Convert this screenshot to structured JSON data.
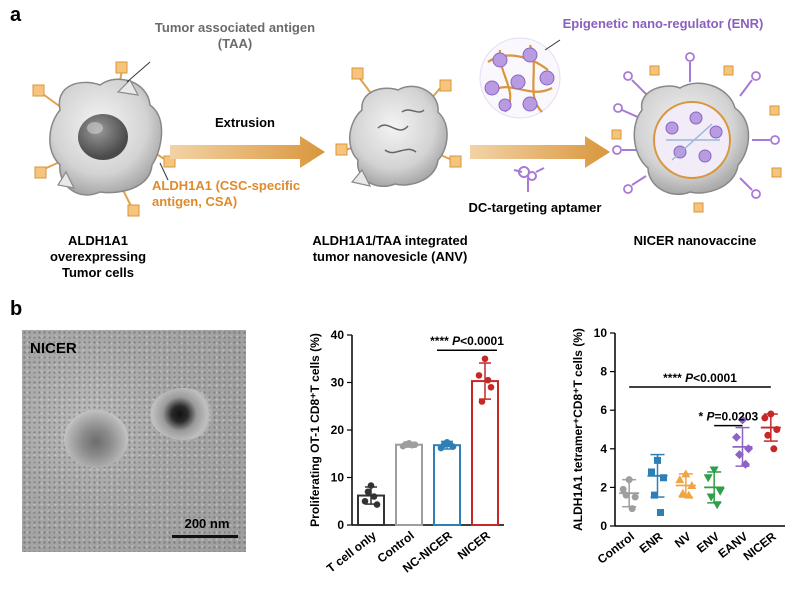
{
  "panel_a": {
    "letter": "a",
    "tumor_cell_caption": "ALDH1A1\noverexpressing\nTumor cells",
    "taa_label": "Tumor associated antigen\n(TAA)",
    "csa_label": "ALDH1A1 (CSC-specific\nantigen, CSA)",
    "extrusion_label": "Extrusion",
    "anv_caption": "ALDH1A1/TAA integrated\ntumor nanovesicle (ANV)",
    "enr_label": "Epigenetic nano-regulator (ENR)",
    "aptamer_label": "DC-targeting aptamer",
    "nicer_caption": "NICER nanovaccine",
    "colors": {
      "arrow": "#d9963c",
      "antigen": "#f2c27a",
      "purple": "#9b7ad0",
      "cell": "#d6d6d6"
    }
  },
  "panel_b": {
    "letter": "b",
    "tem_label": "NICER",
    "scale_bar_label": "200 nm"
  },
  "chart_data": [
    {
      "type": "bar",
      "ylabel": "Proliferating OT-1 CD8⁺T cells (%)",
      "ylim": [
        0,
        40
      ],
      "yticks": [
        0,
        10,
        20,
        30,
        40
      ],
      "categories": [
        "T cell only",
        "Control",
        "NC-NICER",
        "NICER"
      ],
      "values": [
        6.2,
        16.9,
        16.8,
        30.3
      ],
      "errors": [
        1.8,
        0.5,
        0.8,
        3.8
      ],
      "points": [
        [
          8.3,
          5.0,
          4.3,
          7.0,
          6.0
        ],
        [
          17.2,
          16.6,
          16.9,
          17.0,
          16.8
        ],
        [
          17.4,
          16.2,
          16.5,
          16.9,
          17.0
        ],
        [
          35.0,
          31.5,
          29.0,
          26.0,
          30.5
        ]
      ],
      "colors": [
        "#333333",
        "#9e9e9e",
        "#2e7fb5",
        "#c62828"
      ],
      "annotation": {
        "stars": "****",
        "text": "P<0.0001",
        "from": 2,
        "to": 3
      }
    },
    {
      "type": "scatter",
      "ylabel": "ALDH1A1 tetramer⁺CD8⁺T cells (%)",
      "ylim": [
        0,
        10
      ],
      "yticks": [
        0,
        2,
        4,
        6,
        8,
        10
      ],
      "categories": [
        "Control",
        "ENR",
        "NV",
        "ENV",
        "EANV",
        "NICER"
      ],
      "means": [
        1.7,
        2.6,
        2.1,
        2.0,
        4.1,
        5.1
      ],
      "sd": [
        0.7,
        1.1,
        0.6,
        0.8,
        1.0,
        0.7
      ],
      "points": [
        [
          2.4,
          1.9,
          1.5,
          1.6,
          0.9
        ],
        [
          3.4,
          2.8,
          2.5,
          1.6,
          0.7
        ],
        [
          2.7,
          2.4,
          2.1,
          1.7,
          1.6
        ],
        [
          2.9,
          2.5,
          1.8,
          1.5,
          1.1
        ],
        [
          5.5,
          4.6,
          4.0,
          3.7,
          3.2
        ],
        [
          5.8,
          5.6,
          5.0,
          4.7,
          4.0
        ]
      ],
      "colors": [
        "#9e9e9e",
        "#2e7fb5",
        "#f0a443",
        "#2e9e48",
        "#8e63c5",
        "#c62828"
      ],
      "annotations": [
        {
          "stars": "****",
          "text": "P<0.0001",
          "from": 0,
          "to": 5,
          "y": 7.2
        },
        {
          "stars": "*",
          "text": "P=0.0203",
          "from": 3,
          "to": 4,
          "y": 5.2
        }
      ]
    }
  ]
}
